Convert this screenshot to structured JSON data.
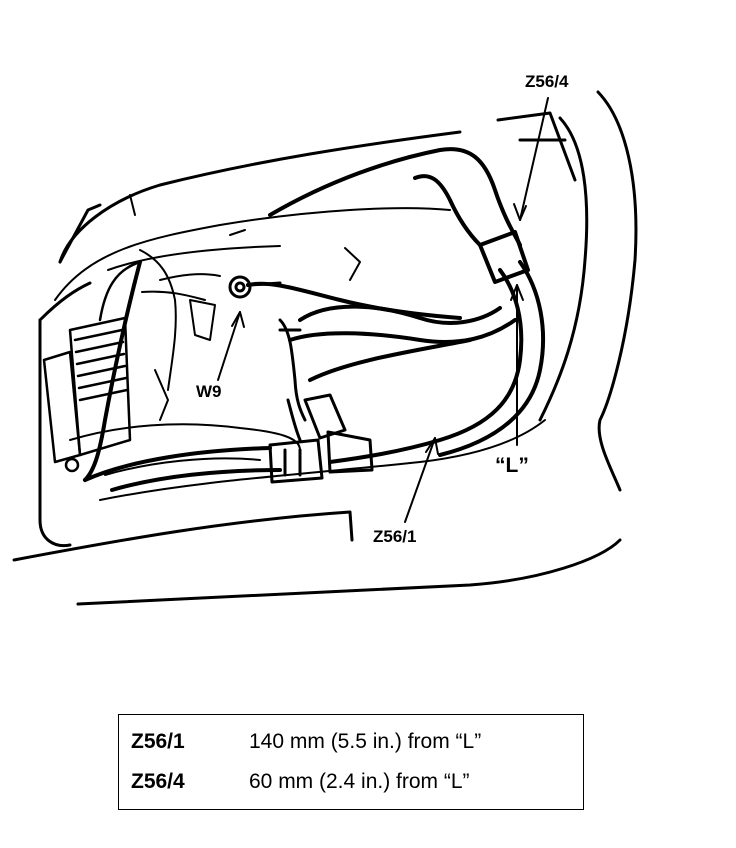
{
  "callouts": {
    "z56_4": "Z56/4",
    "w9": "W9",
    "l_mark": "“L”",
    "z56_1": "Z56/1"
  },
  "legend": {
    "rows": [
      {
        "code": "Z56/1",
        "description": "140 mm (5.5 in.) from “L”"
      },
      {
        "code": "Z56/4",
        "description": "60 mm (2.4 in.) from “L”"
      }
    ]
  },
  "colors": {
    "ink": "#000000",
    "paper": "#ffffff"
  }
}
